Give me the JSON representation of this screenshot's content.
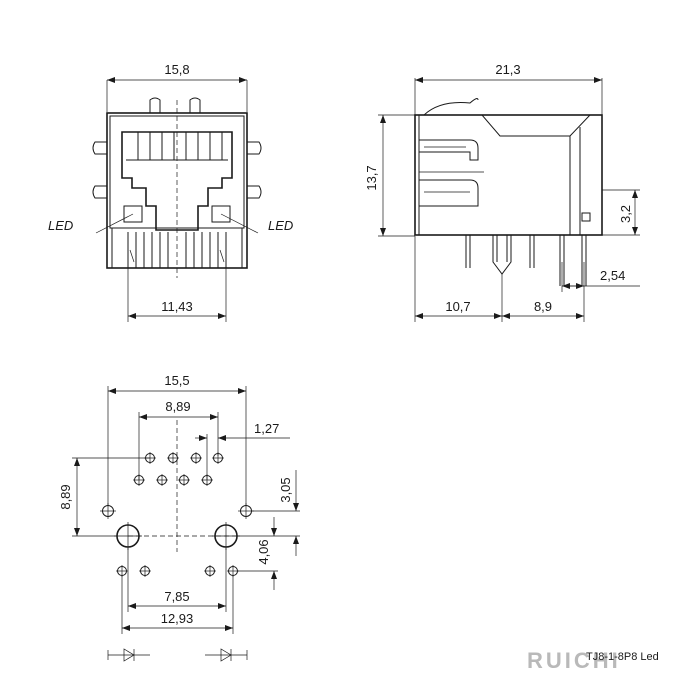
{
  "front_view": {
    "width_dim": "15,8",
    "pin_span_dim": "11,43",
    "led_left": "LED",
    "led_right": "LED"
  },
  "side_view": {
    "length_dim": "21,3",
    "height_dim": "13,7",
    "standoff_dim": "3,2",
    "pitch_dim": "2,54",
    "front_dim": "10,7",
    "rear_dim": "8,9"
  },
  "footprint": {
    "outer_width_dim": "15,5",
    "signal_span_dim": "8,89",
    "pin_pitch_dim": "1,27",
    "row_offset_dim": "3,05",
    "vertical_dim": "8,89",
    "led_vertical_dim": "4,06",
    "led_inner_dim": "7,85",
    "led_outer_dim": "12,93"
  },
  "part_number": "TJ8-1-8P8 Led",
  "brand": "RUICHI"
}
